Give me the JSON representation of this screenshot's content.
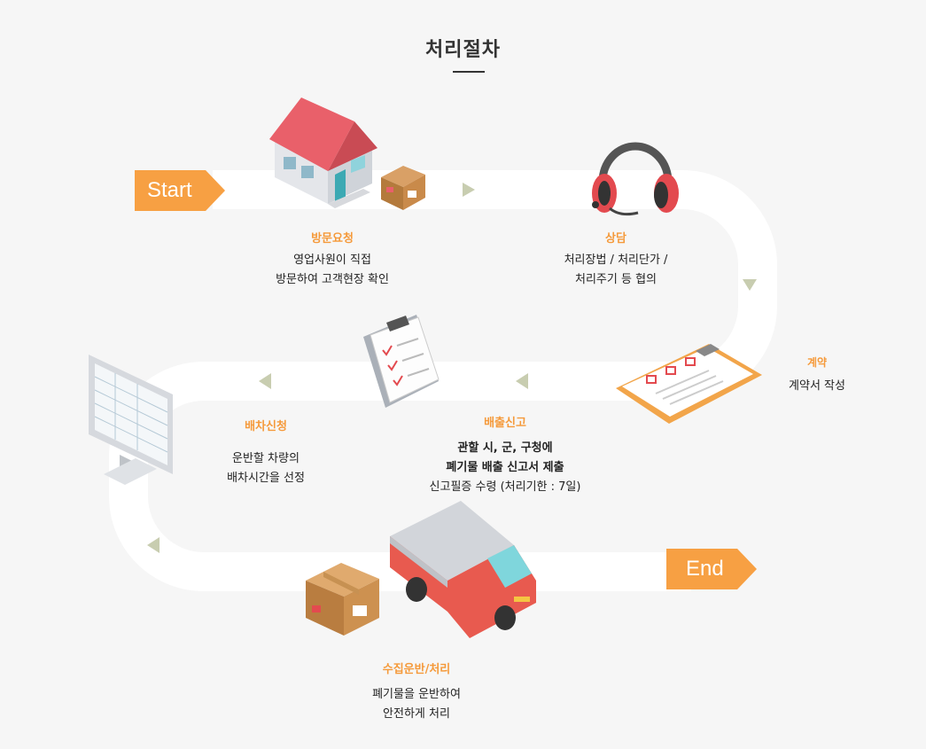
{
  "page_title": "처리절차",
  "start_label": "Start",
  "end_label": "End",
  "steps": [
    {
      "title": "방문요청",
      "lines": [
        "영업사원이 직접",
        "방문하여 고객현장 확인"
      ]
    },
    {
      "title": "상담",
      "lines": [
        "처리장법 / 처리단가 /",
        "처리주기 등 협의"
      ]
    },
    {
      "title": "계약",
      "lines": [
        "계약서 작성"
      ]
    },
    {
      "title": "배출신고",
      "lines": [
        "관할 시, 군, 구청에",
        "폐기물 배출 신고서 제출",
        "신고필증 수령 (처리기한 : 7일)"
      ]
    },
    {
      "title": "배차신청",
      "lines": [
        "운반할 차량의",
        "배차시간을 선정"
      ]
    },
    {
      "title": "수집운반/처리",
      "lines": [
        "폐기물을 운반하여",
        "안전하게 처리"
      ]
    }
  ],
  "colors": {
    "accent": "#f7a043",
    "step_title": "#f59a3b",
    "path": "#ffffff",
    "arrow": "#c8cdb0",
    "background": "#f6f6f6"
  },
  "icons": [
    "house-icon",
    "headset-icon",
    "clipboard-icon",
    "document-icon",
    "monitor-icon",
    "box-icon",
    "van-icon"
  ]
}
